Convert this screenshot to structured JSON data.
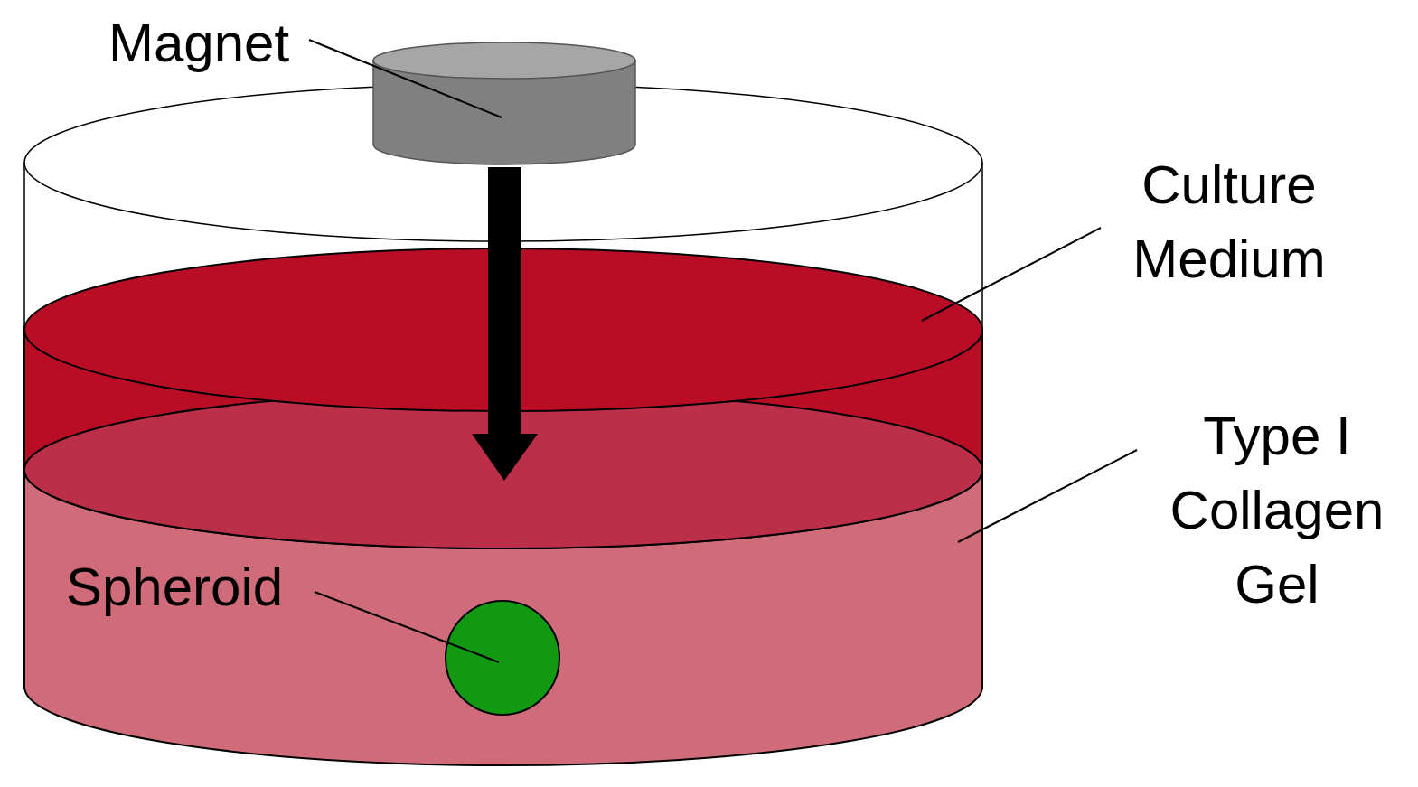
{
  "diagram": {
    "labels": [
      "Magnet",
      "Culture Medium",
      "Type I Collagen Gel",
      "Spheroid"
    ]
  }
}
